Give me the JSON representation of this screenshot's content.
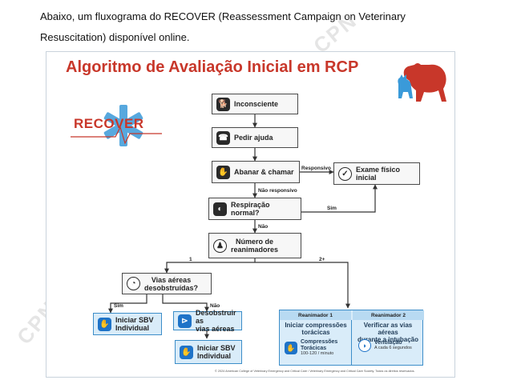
{
  "intro": {
    "line1": "Abaixo, um fluxograma do RECOVER (Reassessment Campaign on Veterinary",
    "line2": "Resuscitation) disponível online."
  },
  "watermark": {
    "text": "CPN"
  },
  "figure": {
    "title": "Algoritmo de Avaliação Inicial em RCP",
    "logo_text": "RECOVER",
    "colors": {
      "title_red": "#c8372a",
      "accent_blue": "#1e73c8",
      "box_blue": "#d9ecf9"
    },
    "nodes": {
      "inconsciente": {
        "label": "Inconsciente",
        "icon": "dog-icon"
      },
      "pedir_ajuda": {
        "label": "Pedir ajuda",
        "icon": "phone-icon"
      },
      "abanar": {
        "label": "Abanar & chamar",
        "icon": "hand-icon"
      },
      "exame": {
        "label": "Exame físico inicial",
        "icon": "stethoscope-icon"
      },
      "respiracao": {
        "label": "Respiração normal?",
        "icon": "dog-head-icon"
      },
      "numero": {
        "label_1": "Número de",
        "label_2": "reanimadores",
        "icon": "person-icon"
      },
      "vias": {
        "label_1": "Vias aéreas",
        "label_2": "desobstruídas?",
        "icon": "airway-icon"
      },
      "sbv_left": {
        "label_1": "Iniciar SBV",
        "label_2": "Individual",
        "icon": "hands-icon"
      },
      "desobstruir": {
        "label_1": "Desobstruir as",
        "label_2": "vias aéreas",
        "icon": "airway-clear-icon"
      },
      "sbv_bottom": {
        "label_1": "Iniciar SBV",
        "label_2": "Individual",
        "icon": "hands-icon"
      }
    },
    "edges": {
      "responsivo": "Responsivo",
      "nao_responsivo": "Não responsivo",
      "sim_resp": "Sim",
      "nao_resp": "Não",
      "um": "1",
      "dois_mais": "2+",
      "sim_vias": "Sim",
      "nao_vias": "Não"
    },
    "resus": {
      "head1": "Reanimador 1",
      "head2": "Reanimador 2",
      "main1_a": "Iniciar compressões",
      "main1_b": "torácicas",
      "main2_a": "Verificar as vias aéreas",
      "main2_b": "durante a intubação",
      "sub1_a": "Compressões",
      "sub1_b": "Torácicas",
      "sub1_c": "100-120 / minuto",
      "sub2_a": "Ventilação",
      "sub2_b": "A cada 6 segundos"
    },
    "footer": "© 2024 American College of Veterinary Emergency and Critical Care / Veterinary Emergency and Critical Care Society. Todos os direitos reservados."
  }
}
